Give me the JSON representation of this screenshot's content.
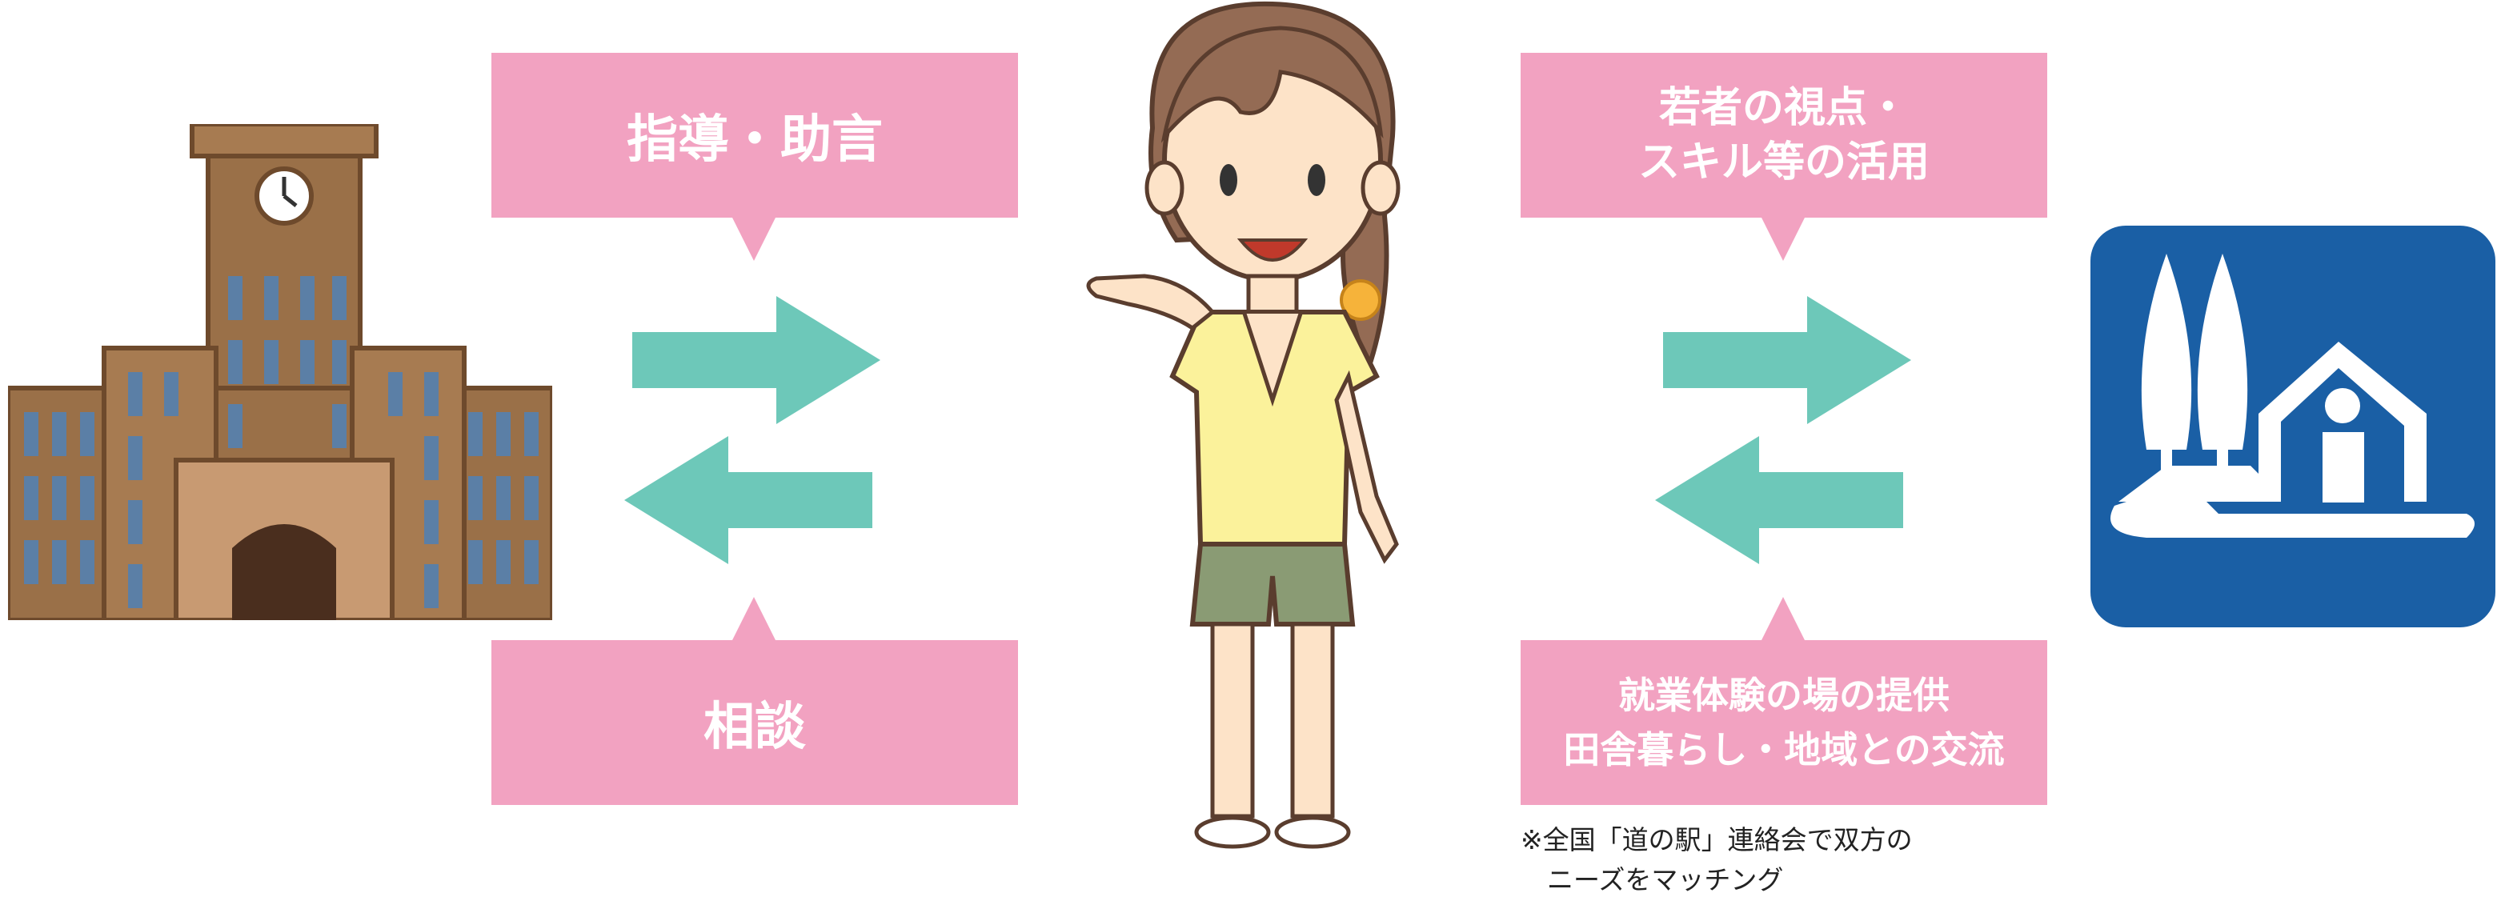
{
  "colors": {
    "callout_fill": "#f2a2c1",
    "callout_text": "#ffffff",
    "arrow": "#6dc8b9",
    "sign_blue": "#1a5fa5",
    "building_brown": "#9a7048",
    "shirt": "#fbf29b",
    "shorts": "#8a9b74",
    "hair": "#946b54"
  },
  "icons": {
    "university": "university-building-icon",
    "student": "student-girl-illustration",
    "roadside_station": "michi-no-eki-sign-icon"
  },
  "left": {
    "top_callout": "指導・助言",
    "bottom_callout": "相談"
  },
  "right": {
    "top_callout": "若者の視点・\nスキル等の活用",
    "bottom_callout": "就業体験の場の提供\n田舎暮らし・地域との交流"
  },
  "note": "※全国「道の駅」連絡会で双方の\n　ニーズをマッチング"
}
